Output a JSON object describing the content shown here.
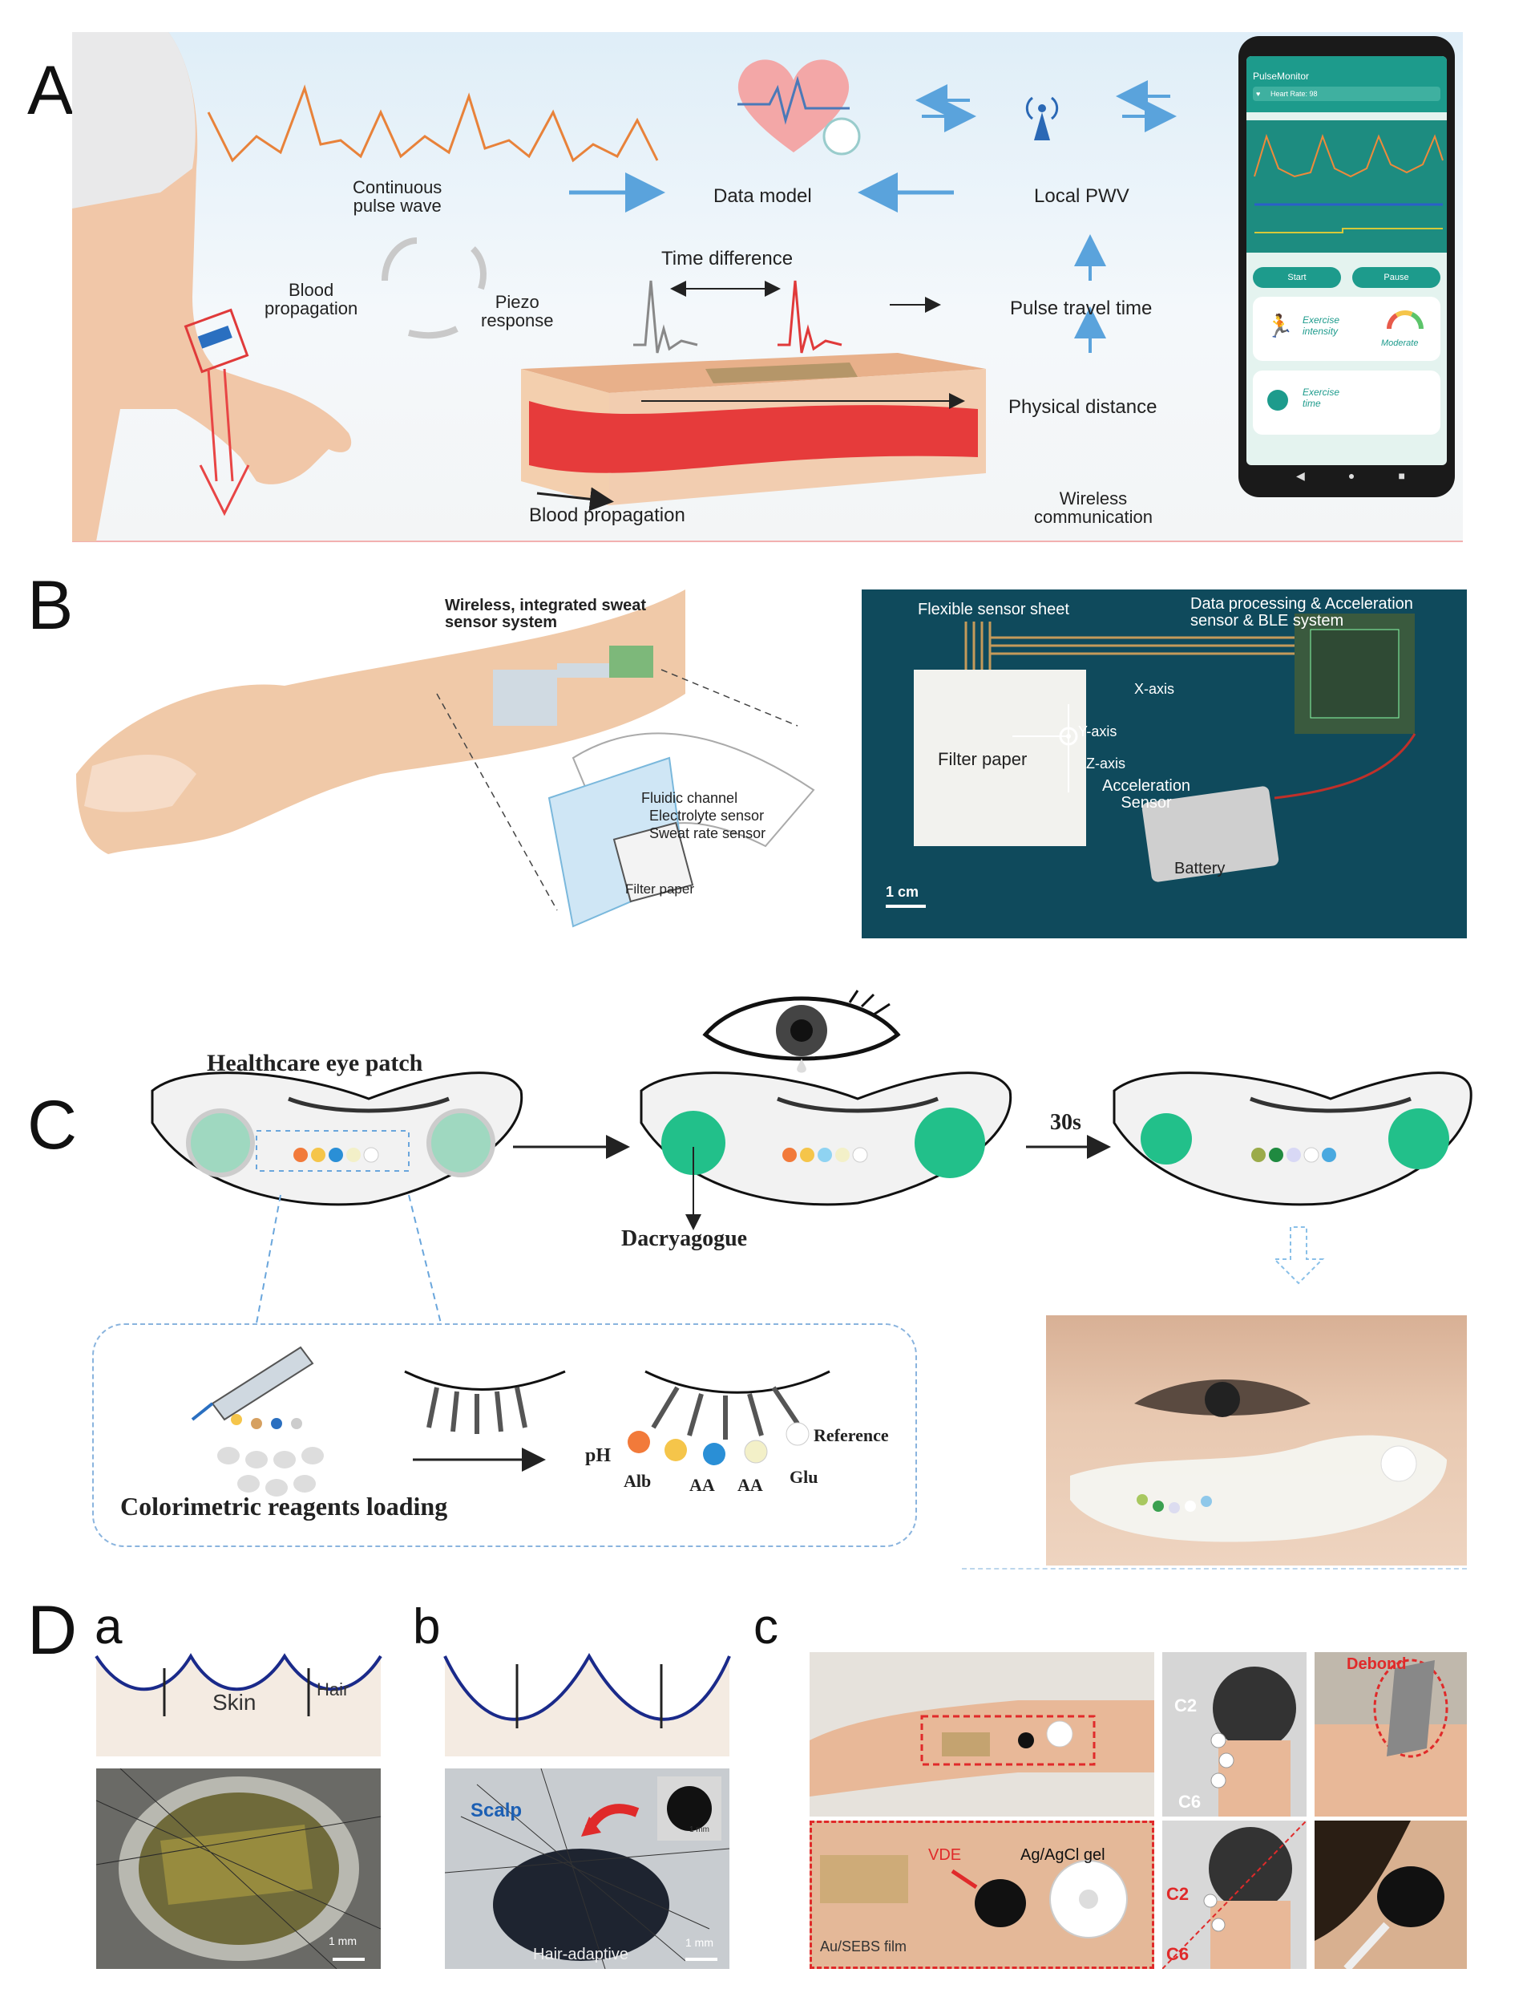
{
  "panels": {
    "A": {
      "letter": "A",
      "labels": {
        "continuous_pulse_wave": "Continuous\npulse wave",
        "data_model": "Data model",
        "local_pwv": "Local PWV",
        "blood_propagation_loop": "Blood\npropagation",
        "piezo_response": "Piezo\nresponse",
        "time_difference": "Time difference",
        "pulse_travel_time": "Pulse travel time",
        "physical_distance": "Physical distance",
        "blood_propagation_bottom": "Blood propagation",
        "wireless_communication": "Wireless\ncommunication"
      },
      "phone": {
        "app_title": "PulseMonitor",
        "heart_rate_label": "Heart Rate: 98",
        "start_button": "Start",
        "pause_button": "Pause",
        "exercise_intensity": "Exercise\nintensity",
        "intensity_level": "Moderate",
        "exercise_time": "Exercise\ntime"
      }
    },
    "B": {
      "letter": "B",
      "labels": {
        "system_title": "Wireless, integrated sweat\nsensor system",
        "fluidic_channel": "Fluidic channel",
        "electrolyte_sensor": "Electrolyte sensor",
        "sweat_rate_sensor": "Sweat rate sensor",
        "filter_paper_small": "Filter paper",
        "flexible_sensor_sheet": "Flexible sensor sheet",
        "data_processing": "Data processing & Acceleration\nsensor & BLE system",
        "filter_paper": "Filter paper",
        "x_axis": "X-axis",
        "y_axis": "Y-axis",
        "z_axis": "Z-axis",
        "acceleration_sensor": "Acceleration\nSensor",
        "battery": "Battery",
        "scale_bar": "1 cm"
      }
    },
    "C": {
      "letter": "C",
      "labels": {
        "healthcare_eye_patch": "Healthcare eye patch",
        "dacryagogue": "Dacryagogue",
        "time_30s": "30s",
        "colorimetric_reagents_loading": "Colorimetric reagents loading",
        "ph": "pH",
        "alb": "Alb",
        "aa1": "AA",
        "aa2": "AA",
        "glu": "Glu",
        "reference": "Reference"
      },
      "spot_colors": [
        "#f27a3a",
        "#f5c54a",
        "#2a8fd6",
        "#f3f0c8",
        "#ffffff"
      ]
    },
    "D": {
      "letter": "D",
      "sub_a": {
        "letter": "a",
        "skin": "Skin",
        "hair": "Hair",
        "scale": "1 mm"
      },
      "sub_b": {
        "letter": "b",
        "scalp": "Scalp",
        "hair_adaptive": "Hair-adaptive",
        "scale_main": "1 mm",
        "scale_inset": "1 mm"
      },
      "sub_c": {
        "letter": "c",
        "vde": "VDE",
        "ag_agcl_gel": "Ag/AgCl gel",
        "au_sebs_film": "Au/SEBS film",
        "c2_top": "C2",
        "c6_top": "C6",
        "debond": "Debond",
        "c2_bottom": "C2",
        "c6_bottom": "C6"
      }
    }
  }
}
